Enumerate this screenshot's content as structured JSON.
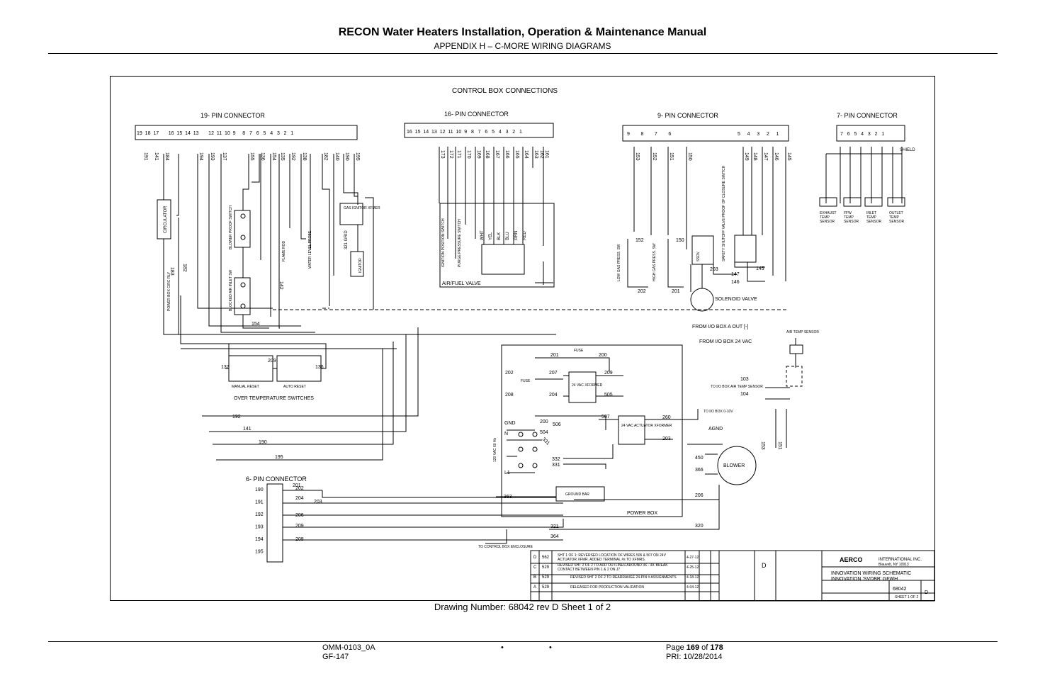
{
  "header": {
    "title": "RECON Water Heaters Installation, Operation & Maintenance Manual",
    "subtitle": "APPENDIX H – C-MORE WIRING DIAGRAMS"
  },
  "diagram": {
    "heading": "CONTROL BOX CONNECTIONS",
    "connectors": {
      "pin19": {
        "title": "19- PIN CONNECTOR",
        "pins": "19  18  17       16  15  14  13       12  11  10  9     8   7   6   5   4   3   2   1",
        "wires": [
          "191",
          "141",
          "184",
          "194",
          "193",
          "137",
          "155",
          "136",
          "154",
          "135",
          "192",
          "138",
          "182",
          "140",
          "190",
          "195"
        ]
      },
      "pin16": {
        "title": "16- PIN CONNECTOR",
        "pins": "16  15  14  13  12  11  10  9   8   7   6   5   4   3   2   1",
        "wires": [
          "173",
          "172",
          "171",
          "170",
          "169",
          "168",
          "167",
          "166",
          "165",
          "164",
          "163",
          "162",
          "161"
        ]
      },
      "pin9": {
        "title": "9- PIN CONNECTOR",
        "pins_left": "9        8        7        6",
        "pins_right": "5     4     3     2     1",
        "wires": [
          "153",
          "152",
          "151",
          "150",
          "149",
          "148",
          "147",
          "146",
          "145"
        ]
      },
      "pin7": {
        "title": "7- PIN CONNECTOR",
        "pins": "7   6   5   4   3   2   1",
        "shield": "SHIELD"
      },
      "pin6": {
        "title": "6- PIN CONNECTOR",
        "wires_left": [
          "190",
          "191",
          "192",
          "193",
          "194",
          "195"
        ],
        "wires_right": [
          "202",
          "204",
          "206",
          "209",
          "208"
        ],
        "extra": [
          "201",
          "203"
        ]
      }
    },
    "components": {
      "circulator": "CIRCULATOR",
      "power_box_circ": "POWER BOX CIRC RLY",
      "blower_proof": "BLOWER PROOF SWITCH",
      "blocked_inlet": "BLOCKED AIR INLET SW",
      "flame_rod": "FLAME ROD",
      "water_level": "WATER LEVEL PROBE",
      "gas_ignitor": "GAS IGNITOR XFMER",
      "ignitor": "IGNITOR",
      "grid": "321 GRID",
      "air_fuel": "AIR/FUEL VALVE",
      "ignition_switch": "IGNITION POSITION SWITCH",
      "purge_switch": "PURGE PRESSURE SWITCH",
      "valve_colors": [
        "WHT",
        "YEL",
        "BLK",
        "BLU",
        "GRN",
        "RED"
      ],
      "low_gas": "LOW GAS PRESS. SW",
      "high_gas": "HIGH GAS PRESS. SW",
      "ssov": "SSOV",
      "safety_shutoff": "SAFETY SHUTOFF VALVE PROOF OF CLOSURE SWITCH",
      "solenoid": "SOLENOID VALVE",
      "sensors": [
        "EXHAUST TEMP SENSOR",
        "FFW TEMP SENSOR",
        "INLET TEMP SENSOR",
        "OUTLET TEMP SENSOR"
      ],
      "air_temp": "AIR TEMP SENSOR",
      "manual_reset": "MANUAL RESET",
      "auto_reset": "AUTO RESET",
      "over_temp": "OVER TEMPERATURE SWITCHES",
      "fuse": "FUSE",
      "xfmer24": "24 VAC XFORMER",
      "actuator": "24 VAC ACTUATOR XFORMER",
      "from_io_a": "FROM I/O BOX A OUT [-]",
      "from_io_24": "FROM I/O BOX 24 VAC",
      "to_io_air": "TO I/O BOX AIR TEMP SENSOR",
      "to_io_010": "TO I/O BOX 0-10V",
      "agnd": "AGND",
      "blower": "BLOWER",
      "ground_bar": "GROUND BAR",
      "power_box": "POWER BOX",
      "to_control": "TO CONTROL BOX ENCLOSURE",
      "vac120": "120 VAC 60 Hz",
      "gnd": "GND",
      "n": "N",
      "l1": "L1"
    },
    "wire_labels": [
      "183",
      "182",
      "142",
      "154",
      "137",
      "209",
      "136",
      "192",
      "141",
      "190",
      "195",
      "201",
      "200",
      "202",
      "207",
      "209",
      "208",
      "204",
      "505",
      "507",
      "506",
      "260",
      "203",
      "200",
      "504",
      "331",
      "332",
      "331",
      "450",
      "366",
      "206",
      "320",
      "321",
      "364",
      "363",
      "103",
      "104",
      "153",
      "151",
      "152",
      "150",
      "202",
      "201",
      "203",
      "147",
      "146",
      "145"
    ],
    "revisions": [
      {
        "rev": "D",
        "eco": "562",
        "desc": "SHT 1 OF 1: REVERSED LOCATION OF WIRES 506 & 507 ON 24V ACTUATOR XFMR. ADDED TERMINAL #s TO XFMRS.",
        "date": "4-27-12"
      },
      {
        "rev": "C",
        "eco": "529",
        "desc": "REVISED SHT 2 OF 2 TO ADD OUTLINES AROUND 36 - 39. BREAK CONTACT BETWEEN PIN 1 & 2 ON J7",
        "date": "4-25-12"
      },
      {
        "rev": "B",
        "eco": "529",
        "desc": "REVISED SHT 2 OF 2 TO REARRANGE 24-PIN # ASSIGNMENTS",
        "date": "4-18-12"
      },
      {
        "rev": "A",
        "eco": "529",
        "desc": "RELEASED FOR PRODUCTION VALIDATION",
        "date": "4-04-12"
      }
    ],
    "title_block": {
      "company": "AERCO",
      "company_suffix": "INTERNATIONAL INC.",
      "location": "Blauvelt, NY 10913",
      "title_line1": "INNOVATION WIRING SCHEMATIC",
      "title_line2": "INNOVATION 'SVDBB' GFWH",
      "dwg_no": "68042",
      "rev": "D",
      "sheet": "SHEET 1 OF 2"
    }
  },
  "caption": "Drawing Number: 68042 rev D Sheet 1 of 2",
  "footer": {
    "doc_no": "OMM-0103_0A",
    "gf": "GF-147",
    "bullet": "•",
    "page_prefix": "Page ",
    "page_num": "169",
    "page_of": " of ",
    "page_total": "178",
    "pri": "PRI: 10/28/2014"
  }
}
